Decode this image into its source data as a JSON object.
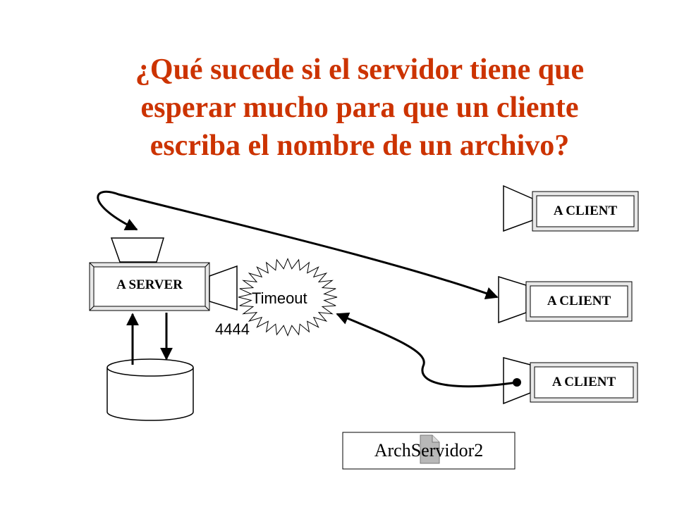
{
  "title": {
    "line1": "¿Qué sucede si el servidor tiene que",
    "line2": "esperar mucho para que un cliente",
    "line3": "escriba el nombre de un archivo?"
  },
  "server": {
    "label": "A SERVER"
  },
  "clients": [
    {
      "label": "A CLIENT"
    },
    {
      "label": "A CLIENT"
    },
    {
      "label": "A CLIENT"
    }
  ],
  "timeout": {
    "label": "Timeout"
  },
  "port": {
    "label": "4444"
  },
  "file": {
    "label": "ArchServidor2"
  },
  "colors": {
    "title": "#cc3300",
    "line": "#000000",
    "box_fill": "#ffffff"
  }
}
